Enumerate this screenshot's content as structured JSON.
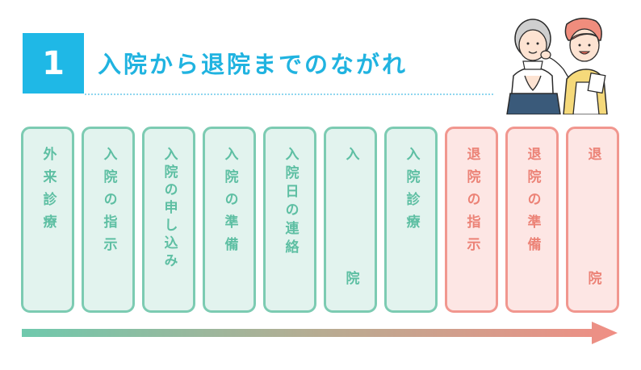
{
  "heading": {
    "number": "1",
    "title": "入院から退院までのながれ"
  },
  "colors": {
    "accent_blue": "#1fb8e6",
    "green": "#7ccbb2",
    "red": "#f1978f"
  },
  "steps": [
    {
      "top": "外来診療",
      "bottom": "",
      "tone": "green"
    },
    {
      "top": "入院の指示",
      "bottom": "",
      "tone": "green"
    },
    {
      "top": "入院の申し込み",
      "bottom": "",
      "tone": "green"
    },
    {
      "top": "入院の準備",
      "bottom": "",
      "tone": "green"
    },
    {
      "top": "入院日の連絡",
      "bottom": "",
      "tone": "green"
    },
    {
      "top": "入",
      "bottom": "院",
      "tone": "green"
    },
    {
      "top": "入院診療",
      "bottom": "",
      "tone": "green"
    },
    {
      "top": "退院の指示",
      "bottom": "",
      "tone": "red"
    },
    {
      "top": "退院の準備",
      "bottom": "",
      "tone": "red"
    },
    {
      "top": "退",
      "bottom": "院",
      "tone": "red"
    }
  ]
}
